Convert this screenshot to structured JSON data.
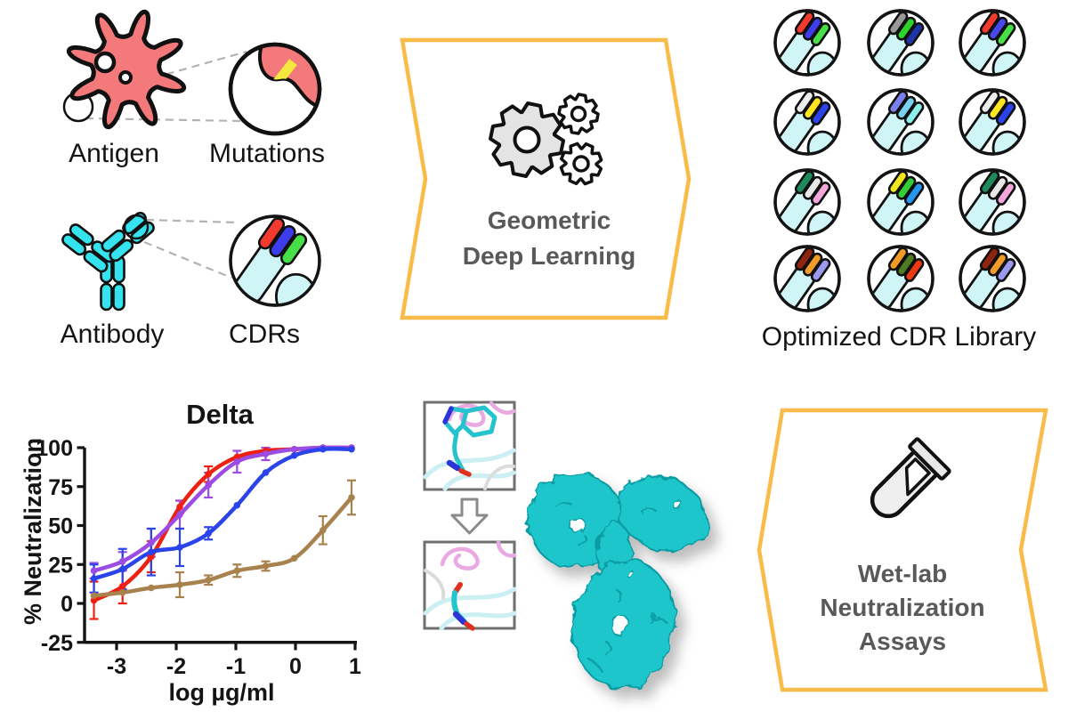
{
  "labels": {
    "antigen": "Antigen",
    "mutations": "Mutations",
    "antibody": "Antibody",
    "cdrs": "CDRs"
  },
  "process": {
    "step1_line1": "Geometric",
    "step1_line2": "Deep Learning",
    "step2_line1": "Wet-lab",
    "step2_line2": "Neutralization",
    "step2_line3": "Assays"
  },
  "colors": {
    "accent_yellow": "#F9BC4A",
    "antigen_red": "#F4797B",
    "mutation_yellow": "#F6E93D",
    "antibody_cyan": "#35E3EE",
    "pale_cyan": "#CFF5F7",
    "surface_cyan": "#1AC6CB",
    "surface_edge": "#0C9BA3",
    "chevron_text": "#595959",
    "gear_gray": "#E4E4E4"
  },
  "cdr_bar_colors": [
    "#F23B2E",
    "#3D3DEE",
    "#47DF47"
  ],
  "library": {
    "title": "Optimized CDR Library",
    "circles": [
      {
        "bars": [
          "#F23B2E",
          "#3D3DEE",
          "#47DF47"
        ]
      },
      {
        "bars": [
          "#999999",
          "#2BD32B",
          "#1F34A8"
        ]
      },
      {
        "bars": [
          "#F23B2E",
          "#4848EE",
          "#47DF47"
        ]
      },
      {
        "bars": [
          "#EDEDED",
          "#FFE620",
          "#2B43EA"
        ]
      },
      {
        "bars": [
          "#7B80EE",
          "#79D2F2",
          "#8BEFEA"
        ]
      },
      {
        "bars": [
          "#EDEDED",
          "#FFE620",
          "#2B43EA"
        ]
      },
      {
        "bars": [
          "#1F8A5C",
          "#E8E8E8",
          "#F6A8DD"
        ]
      },
      {
        "bars": [
          "#F2E71F",
          "#35CC35",
          "#2697F0"
        ]
      },
      {
        "bars": [
          "#1F8A5C",
          "#E8E8E8",
          "#F6A8DD"
        ]
      },
      {
        "bars": [
          "#8F2411",
          "#F29B27",
          "#9A9AEE"
        ]
      },
      {
        "bars": [
          "#F29B27",
          "#4E7A24",
          "#EE3A12"
        ]
      },
      {
        "bars": [
          "#8F2411",
          "#F29B27",
          "#9A9AEE"
        ]
      }
    ]
  },
  "chart_data": {
    "type": "line",
    "title": "Delta",
    "xlabel": "log µg/ml",
    "ylabel": "% Neutralization",
    "xlim": [
      -3.55,
      1.05
    ],
    "ylim": [
      -25,
      100
    ],
    "xticks": [
      -3,
      -2,
      -1,
      0,
      1
    ],
    "yticks": [
      100,
      75,
      50,
      25,
      0,
      -25
    ],
    "grid": false,
    "legend": "none",
    "x": [
      -3.38,
      -2.9,
      -2.42,
      -1.94,
      -1.46,
      -0.98,
      -0.5,
      -0.02,
      0.46,
      0.94
    ],
    "series": [
      {
        "name": "red",
        "color": "#EE2012",
        "values": [
          2,
          11,
          30,
          62,
          83,
          94,
          98,
          99,
          100,
          100
        ],
        "err": [
          12,
          11,
          10,
          4,
          5,
          0,
          0,
          0,
          0,
          0
        ]
      },
      {
        "name": "purple",
        "color": "#9C4BE4",
        "values": [
          21,
          27,
          39,
          57,
          76,
          91,
          96,
          99,
          100,
          100
        ],
        "err": [
          5,
          6,
          9,
          9,
          8,
          7,
          4,
          0,
          0,
          0
        ]
      },
      {
        "name": "blue",
        "color": "#2B43EA",
        "values": [
          16,
          22,
          33,
          36,
          45,
          63,
          84,
          95,
          99,
          99
        ],
        "err": [
          9,
          13,
          15,
          12,
          4,
          0,
          0,
          0,
          0,
          0
        ]
      },
      {
        "name": "brown",
        "color": "#A8824E",
        "values": [
          5,
          7,
          10,
          12,
          15,
          21,
          24,
          29,
          47,
          68
        ],
        "err": [
          0,
          0,
          0,
          8,
          3,
          4,
          3,
          0,
          9,
          11
        ]
      }
    ]
  }
}
